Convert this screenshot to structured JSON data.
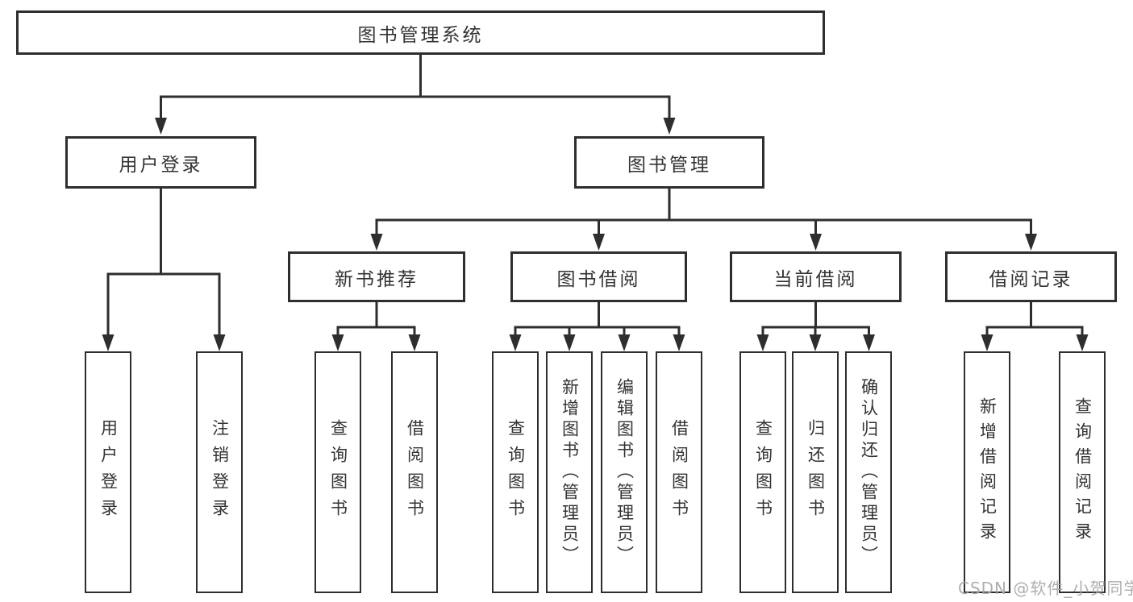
{
  "tree": {
    "root": {
      "label": "图书管理系统",
      "children": [
        {
          "label": "用户登录",
          "children": [
            {
              "label": "用户登录"
            },
            {
              "label": "注销登录"
            }
          ]
        },
        {
          "label": "图书管理",
          "children": [
            {
              "label": "新书推荐",
              "children": [
                {
                  "label": "查询图书"
                },
                {
                  "label": "借阅图书"
                }
              ]
            },
            {
              "label": "图书借阅",
              "children": [
                {
                  "label": "查询图书"
                },
                {
                  "label": "新增图书（管理员）"
                },
                {
                  "label": "编辑图书（管理员）"
                },
                {
                  "label": "借阅图书"
                }
              ]
            },
            {
              "label": "当前借阅",
              "children": [
                {
                  "label": "查询图书"
                },
                {
                  "label": "归还图书"
                },
                {
                  "label": "确认归还（管理员）"
                }
              ]
            },
            {
              "label": "借阅记录",
              "children": [
                {
                  "label": "新增借阅记录"
                },
                {
                  "label": "查询借阅记录"
                }
              ]
            }
          ]
        }
      ]
    }
  },
  "watermark": {
    "text": "CSDN @软件_小贺同学"
  },
  "colors": {
    "line": "#2e2e2e",
    "text": "#333333",
    "background": "#ffffff",
    "watermark": "#a8a8a8"
  }
}
